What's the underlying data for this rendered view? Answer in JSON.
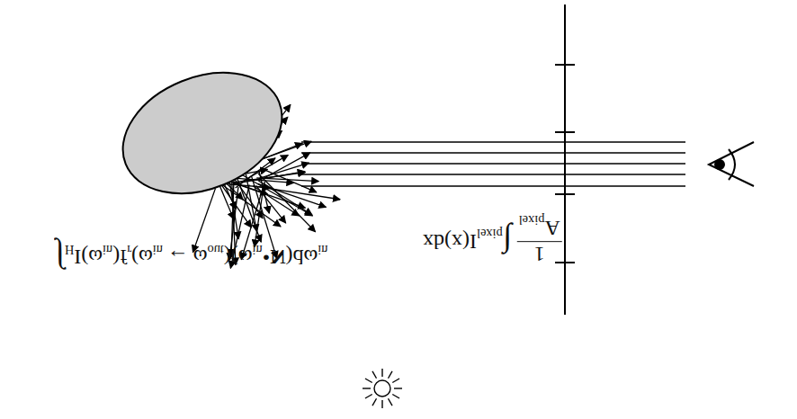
{
  "diagram": {
    "labels": [
      "∫",
      "H",
      "I(ω",
      "in",
      ")f",
      "r",
      "(ω",
      "in",
      "←",
      "ω",
      "out",
      ")(ω",
      "in",
      "•",
      "N",
      ")",
      "dω",
      "in",
      "1",
      "A",
      "pixel",
      "∫",
      "pixel",
      "I(x)dx"
    ]
  }
}
